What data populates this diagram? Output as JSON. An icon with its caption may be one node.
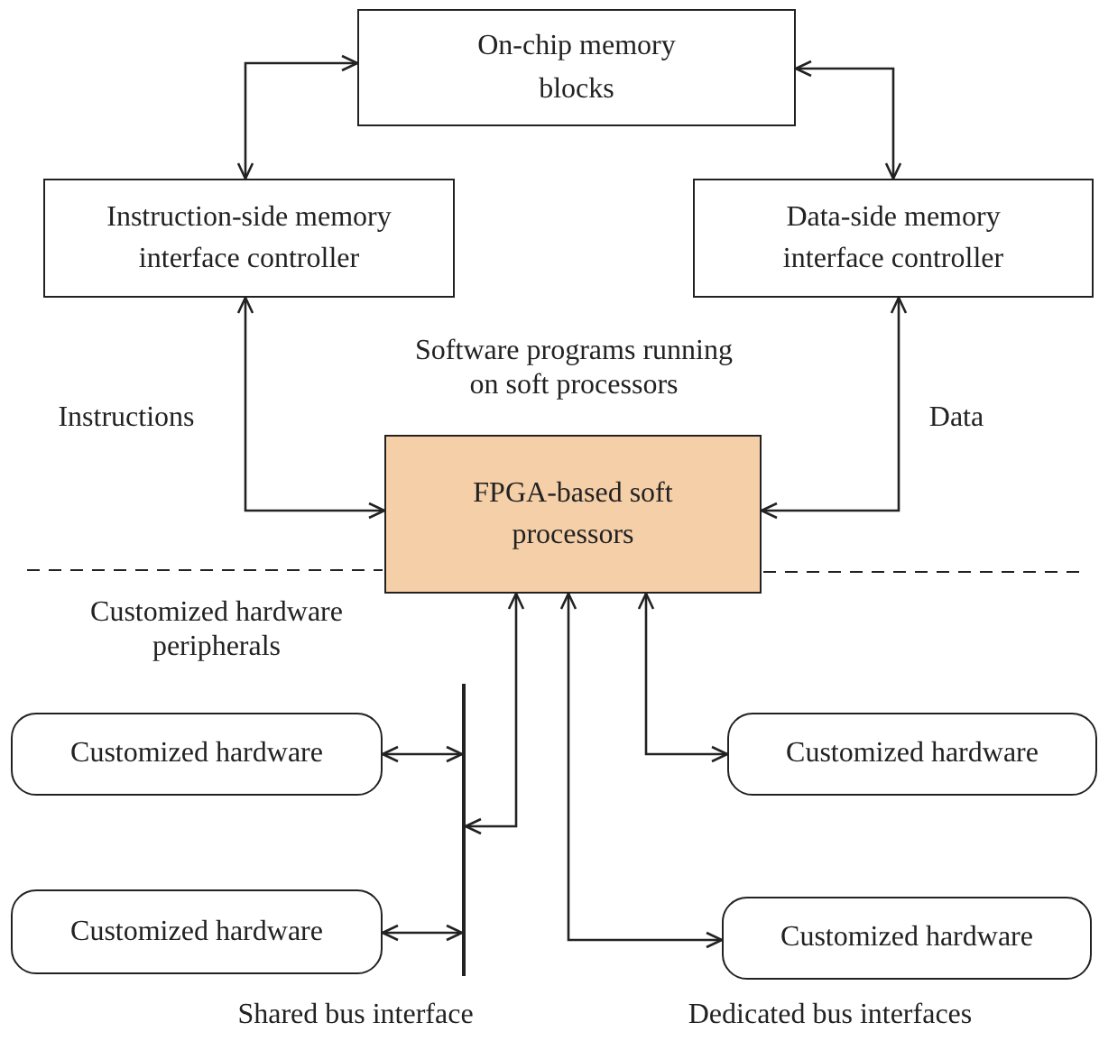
{
  "diagram": {
    "nodes": [
      {
        "text": [
          "On-chip memory blocks"
        ]
      },
      {
        "text": [
          "Instruction-side memory interface controller"
        ]
      },
      {
        "text": [
          "Data-side memory interface controller"
        ]
      },
      {
        "text": [
          "FPGA-based soft processors"
        ]
      },
      {
        "text": [],
        "shape": "bar",
        "beside": [
          "Shared bus interface"
        ]
      },
      {
        "text": [
          "Customized hardware"
        ]
      },
      {
        "text": [
          "Customized hardware"
        ]
      },
      {
        "text": [
          "Customized hardware"
        ]
      },
      {
        "text": [
          "Customized hardware"
        ]
      }
    ],
    "edges": [
      {
        "from": 1,
        "to": 0,
        "arrow": "both"
      },
      {
        "from": 2,
        "to": 0,
        "arrow": "both"
      },
      {
        "from": 3,
        "to": 1,
        "arrow": "both"
      },
      {
        "from": 3,
        "to": 2,
        "arrow": "both"
      },
      {
        "from": 3,
        "to": 4,
        "arrow": "both"
      },
      {
        "from": 5,
        "to": 4,
        "arrow": "both"
      },
      {
        "from": 6,
        "to": 4,
        "arrow": "both"
      },
      {
        "from": 3,
        "to": 7,
        "arrow": "both"
      },
      {
        "from": 3,
        "to": 8,
        "arrow": "both"
      }
    ],
    "labels": [
      "Software programs running on soft processors",
      "Instructions",
      "Data",
      "Customized hardware peripherals",
      "Dedicated bus interfaces"
    ]
  }
}
